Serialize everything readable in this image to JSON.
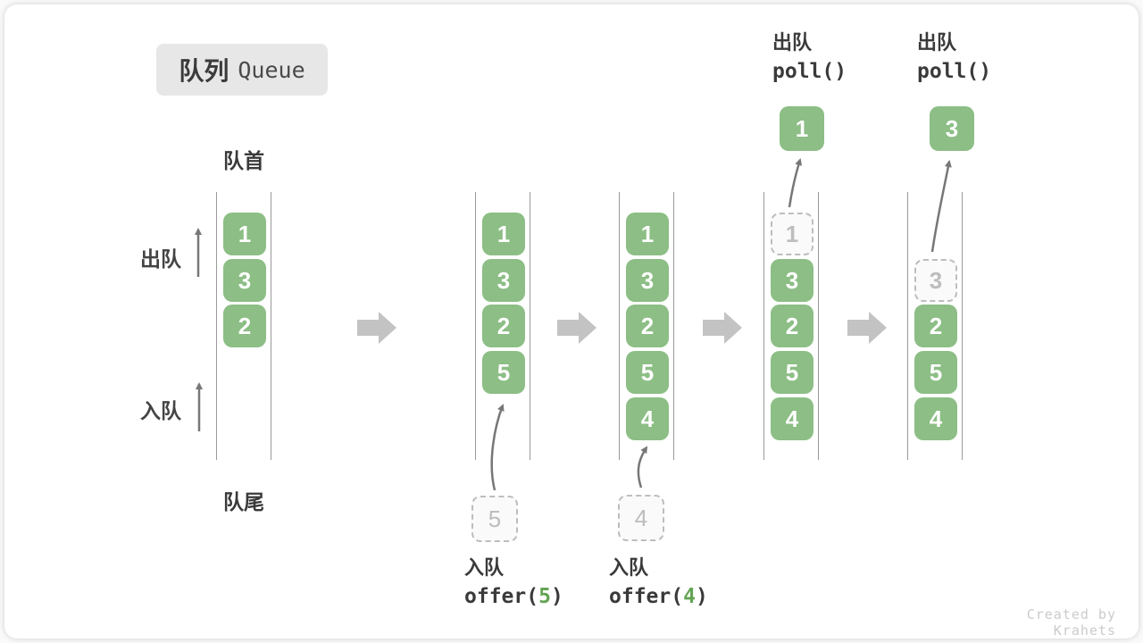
{
  "title": {
    "zh": "队列",
    "en": "Queue"
  },
  "labels": {
    "front": "队首",
    "rear": "队尾",
    "dequeue": "出队",
    "enqueue": "入队"
  },
  "poll_ops": [
    {
      "label": "出队",
      "code": "poll()"
    },
    {
      "label": "出队",
      "code": "poll()"
    }
  ],
  "offer_ops": [
    {
      "label": "入队",
      "code_pre": "offer(",
      "arg": "5",
      "code_post": ")"
    },
    {
      "label": "入队",
      "code_pre": "offer(",
      "arg": "4",
      "code_post": ")"
    }
  ],
  "states": [
    {
      "boxes": [
        "1",
        "3",
        "2"
      ]
    },
    {
      "boxes": [
        "1",
        "3",
        "2",
        "5"
      ],
      "incoming": "5"
    },
    {
      "boxes": [
        "1",
        "3",
        "2",
        "5",
        "4"
      ],
      "incoming": "4"
    },
    {
      "removed": "1",
      "boxes": [
        "3",
        "2",
        "5",
        "4"
      ],
      "polled": "1"
    },
    {
      "removed": "3",
      "boxes": [
        "2",
        "5",
        "4"
      ],
      "polled": "3"
    }
  ],
  "watermark": "Created by Krahets",
  "colors": {
    "box_green": "#8CBE85",
    "accent_green": "#64A455",
    "text_dark": "#3B3B3B",
    "thin_arrow": "#777777",
    "block_arrow": "#C3C3C3",
    "line_gray": "#9A9A9A",
    "dashed_gray": "#BDBDBD",
    "badge_bg": "#E7E7E7",
    "watermark_gray": "#CBCBCB"
  }
}
